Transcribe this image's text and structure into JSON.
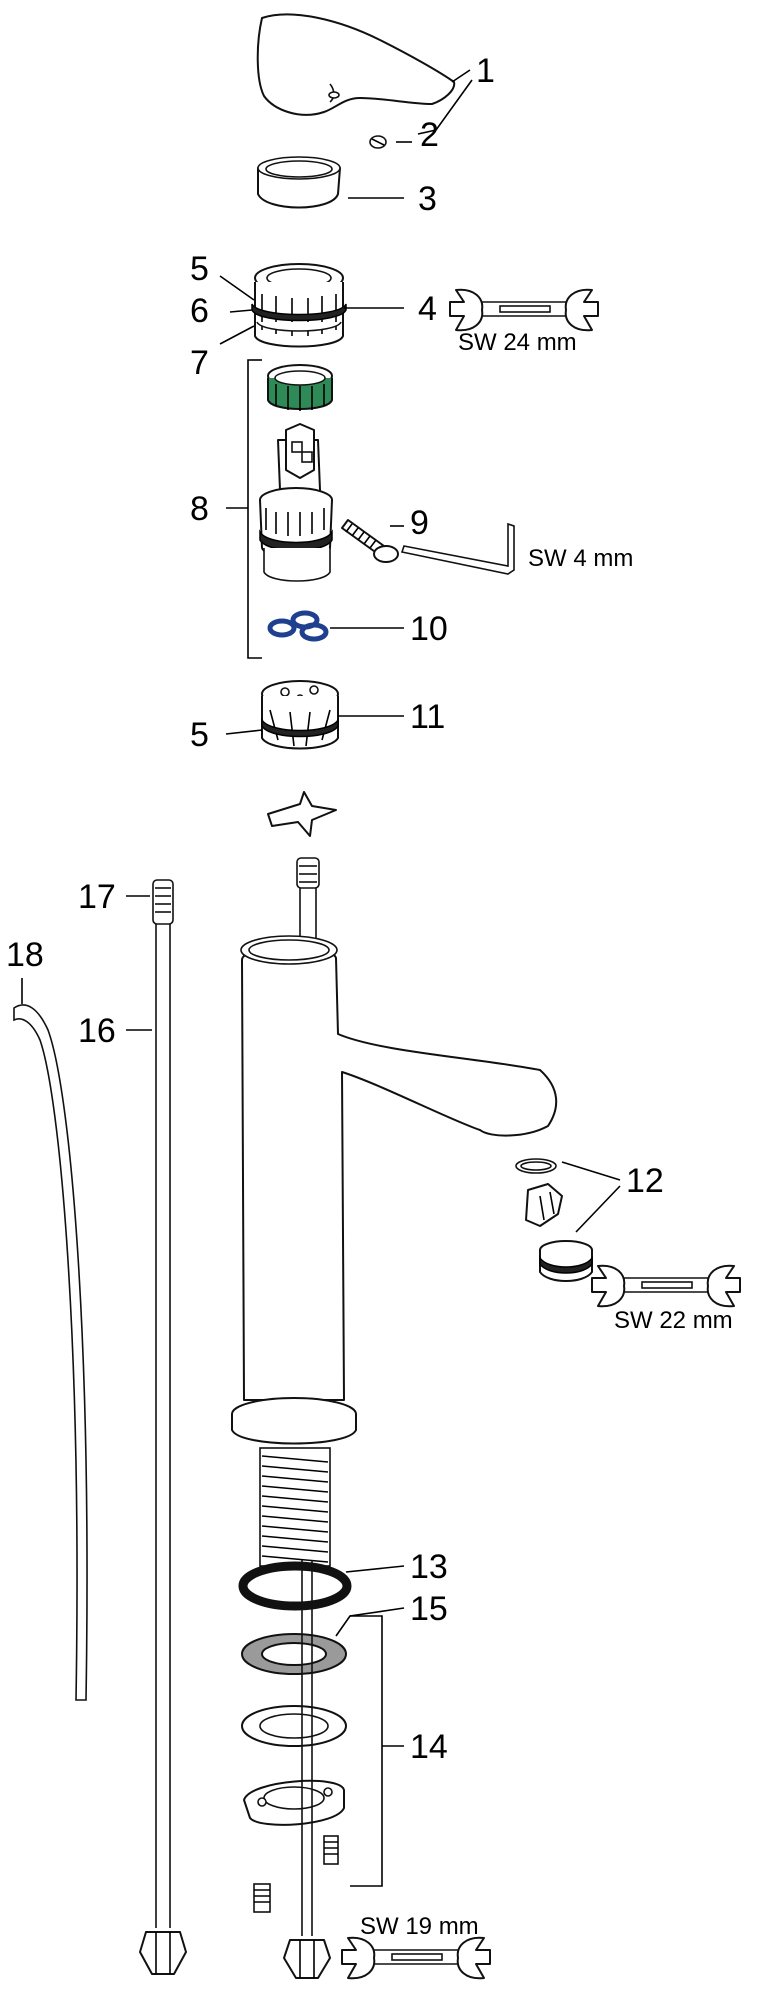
{
  "labels": {
    "p1": "1",
    "p2": "2",
    "p3": "3",
    "p4": "4",
    "p5a": "5",
    "p6": "6",
    "p7": "7",
    "p8": "8",
    "p9": "9",
    "p10": "10",
    "p5b": "5",
    "p11": "11",
    "p12": "12",
    "p13": "13",
    "p14": "14",
    "p15": "15",
    "p16": "16",
    "p17": "17",
    "p18": "18"
  },
  "tools": {
    "wrench_24": "SW 24 mm",
    "hex_key_4": "SW 4 mm",
    "wrench_22": "SW 22 mm",
    "wrench_19": "SW 19 mm"
  },
  "icons": [
    "wrench-icon",
    "hex-key-icon"
  ],
  "colors": {
    "line": "#000000",
    "cartridge_ring": "#2e8b57",
    "o_rings": "#1f3f8f",
    "seal": "#111111",
    "washer": "#9a9a9a"
  }
}
